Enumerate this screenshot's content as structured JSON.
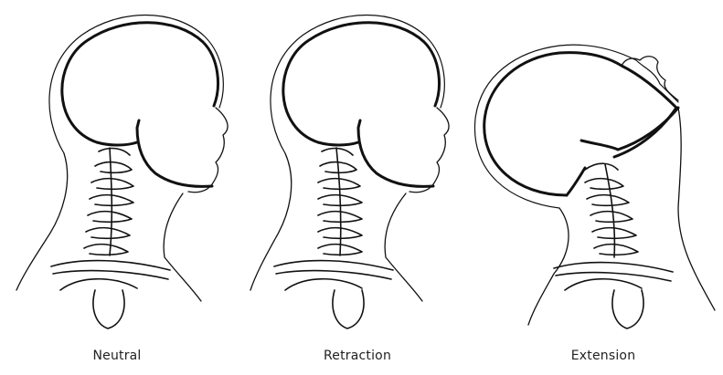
{
  "panels": [
    {
      "label": "Neutral"
    },
    {
      "label": "Retraction"
    },
    {
      "label": "Extension"
    }
  ]
}
